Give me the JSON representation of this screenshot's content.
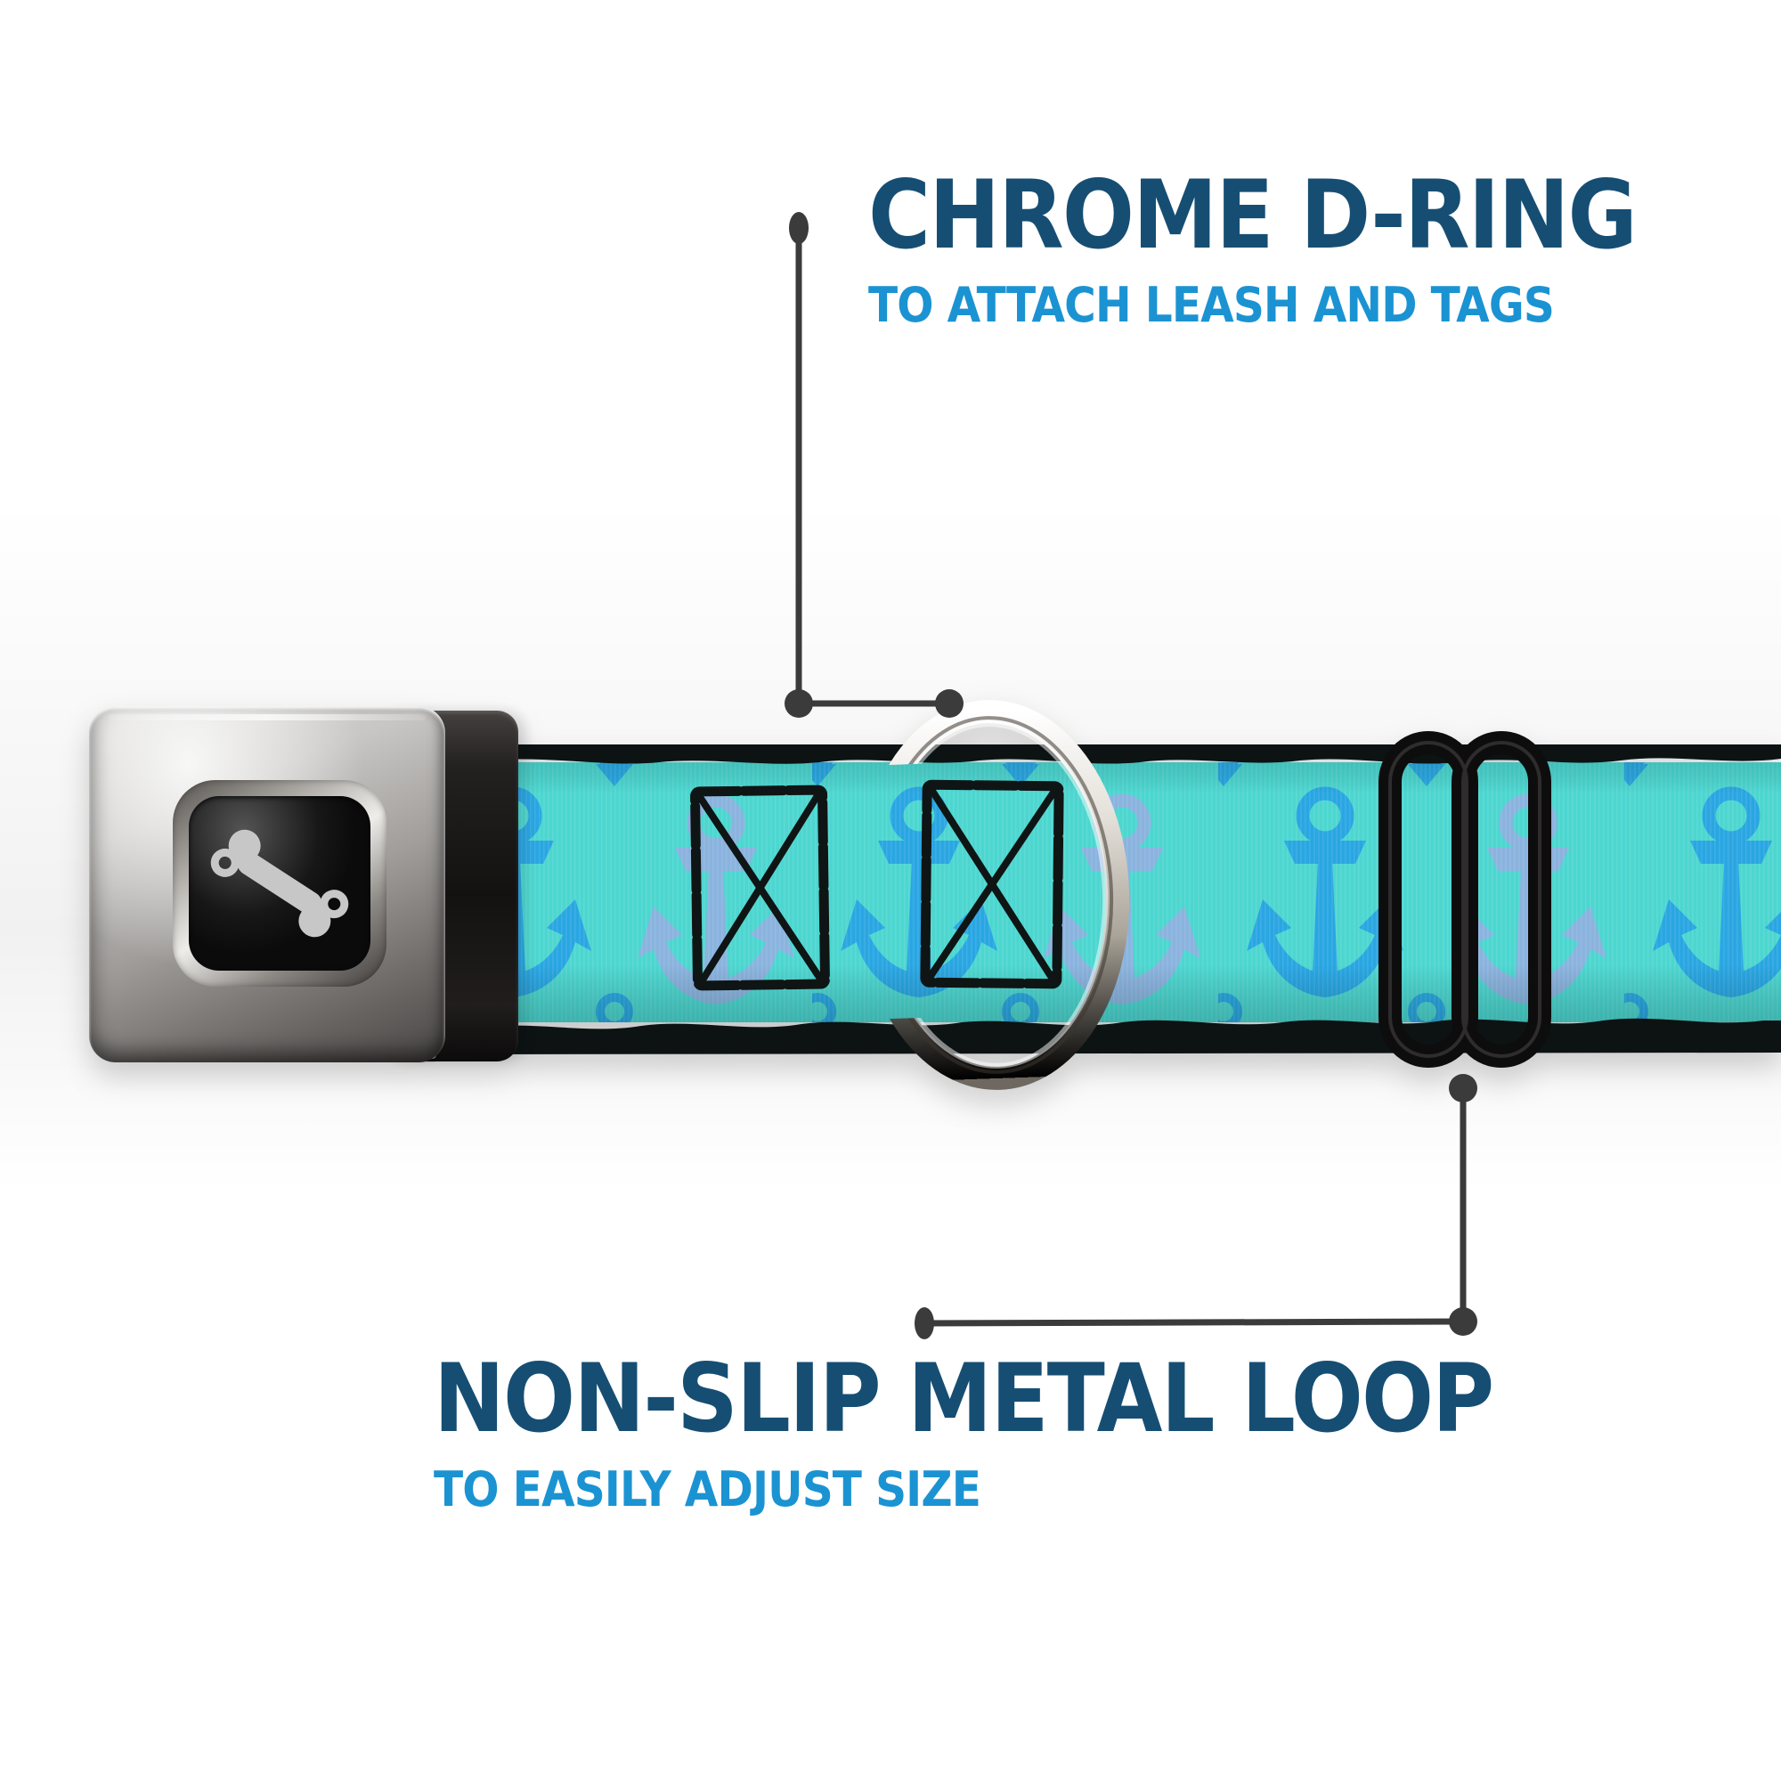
{
  "callouts": {
    "top": {
      "title": "CHROME D-RING",
      "subtitle": "TO ATTACH LEASH AND TAGS"
    },
    "bottom": {
      "title": "NON-SLIP METAL LOOP",
      "subtitle": "TO EASILY ADJUST SIZE"
    }
  },
  "colors": {
    "headline_navy": "#164E73",
    "subhead_blue": "#1B93D2",
    "callout_line": "#3B3B3B",
    "webbing_teal": "#4DD6D0",
    "anchor_bright_blue": "#2AA6E2",
    "anchor_light_periwinkle": "#8FB0E0",
    "webbing_edge_black": "#0C1312",
    "hardware_black": "#0D0D0E",
    "chrome_light": "#F5F3EF",
    "chrome_dark": "#756F64",
    "bone_logo_gray": "#C7C7C7"
  },
  "product": {
    "buckle_style": "seatbelt-buckle",
    "buckle_logo": "dog-bone",
    "webbing_pattern": "anchors",
    "hardware": [
      "chrome-d-ring",
      "black-slide-adjuster",
      "box-x-stitching"
    ]
  }
}
